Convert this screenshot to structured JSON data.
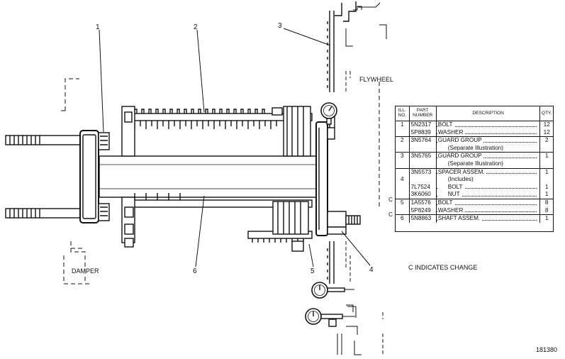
{
  "callouts": [
    "1",
    "2",
    "3",
    "4",
    "5",
    "6"
  ],
  "labels": {
    "flywheel": "FLYWHEEL",
    "damper": "DAMPER",
    "change_note": "C INDICATES CHANGE",
    "figure_number": "181380"
  },
  "parts_table": {
    "headers": [
      "ILL. NO.",
      "PART NUMBER",
      "DESCRIPTION",
      "QTY."
    ],
    "rows": [
      {
        "change": "",
        "ill": "1",
        "part": "5N2317",
        "desc": "BOLT",
        "qty": "12"
      },
      {
        "change": "",
        "ill": "",
        "part": "5P8839",
        "desc": "WASHER",
        "qty": "12"
      },
      {
        "change": "",
        "ill": "2",
        "part": "3N5764",
        "desc": "GUARD GROUP",
        "qty": "2"
      },
      {
        "change": "",
        "ill": "",
        "part": "",
        "desc": "(Separate Illustration)",
        "qty": ""
      },
      {
        "change": "",
        "ill": "3",
        "part": "3N5765",
        "desc": "GUARD GROUP",
        "qty": "1"
      },
      {
        "change": "",
        "ill": "",
        "part": "",
        "desc": "(Separate Illustration)",
        "qty": ""
      },
      {
        "change": "",
        "ill": "",
        "part": "3N5573",
        "desc": "SPACER ASSEM.",
        "qty": "1"
      },
      {
        "change": "",
        "ill": "4",
        "part": "",
        "desc": "(Includes)",
        "qty": ""
      },
      {
        "change": "",
        "ill": "",
        "part": "7L7524",
        "desc": "BOLT",
        "qty": "1"
      },
      {
        "change": "",
        "ill": "",
        "part": "3K6060",
        "desc": "NUT",
        "qty": "1"
      },
      {
        "change": "C",
        "ill": "5",
        "part": "1A5576",
        "desc": "BOLT",
        "qty": "8"
      },
      {
        "change": "",
        "ill": "",
        "part": "5P8249",
        "desc": "WASHER",
        "qty": "8"
      },
      {
        "change": "C",
        "ill": "6",
        "part": "5N8863",
        "desc": "SHAFT ASSEM.",
        "qty": "1"
      }
    ]
  }
}
